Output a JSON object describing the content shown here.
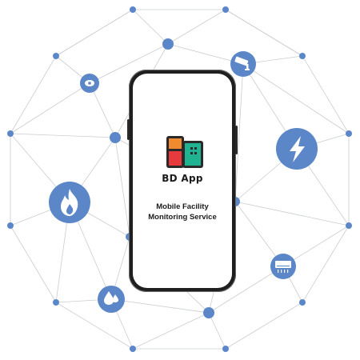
{
  "app": {
    "brand": "BD App",
    "tagline_line1": "Mobile Facility",
    "tagline_line2": "Monitoring Service"
  },
  "colors": {
    "node": "#5b86c8",
    "line": "#c9ccd1",
    "logo_red": "#e63a3d",
    "logo_orange": "#f08a2e",
    "logo_teal": "#1fb392",
    "logo_dark": "#2a2a2a"
  },
  "icons": [
    "fire-icon",
    "lightning-icon",
    "cctv-camera-icon",
    "water-drop-icon",
    "air-conditioner-icon",
    "sensor-icon"
  ]
}
